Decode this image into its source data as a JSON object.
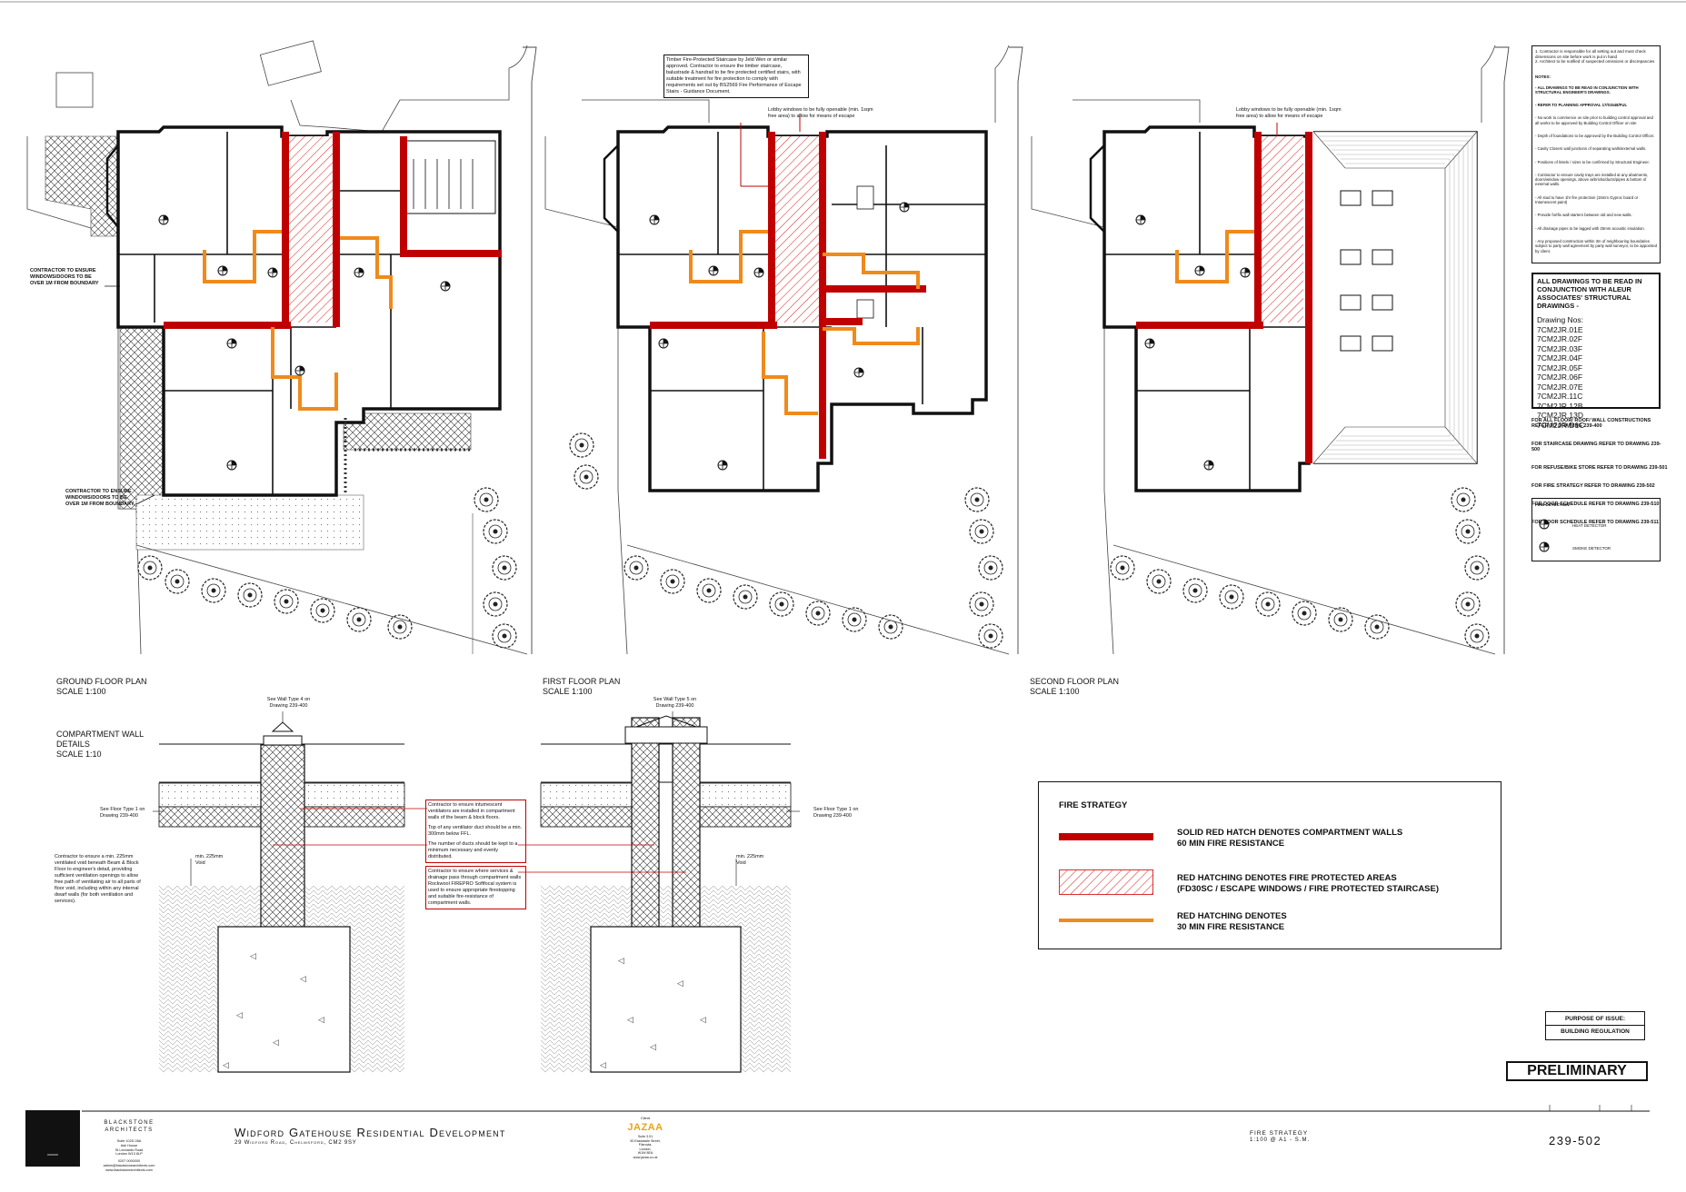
{
  "plans": [
    {
      "title": "GROUND FLOOR PLAN",
      "scale": "SCALE 1:100"
    },
    {
      "title": "FIRST FLOOR PLAN",
      "scale": "SCALE 1:100"
    },
    {
      "title": "SECOND FLOOR PLAN",
      "scale": "SCALE 1:100"
    }
  ],
  "plan_notes": {
    "boundary_note_1": "CONTRACTOR TO ENSURE WINDOWS/DOORS TO BE OVER 1M FROM BOUNDARY",
    "boundary_note_2": "CONTRACTOR TO ENSURE WINDOWS/DOORS TO BE OVER 1M FROM BOUNDARY",
    "staircase_note": "Timber Fire-Protected Staircase by Jeld Wen or similar approved. Contractor to ensure the timber staircase, balustrade & handrail to be fire protected certified stairs, with suitable treatment for fire protection to comply with requirements set out by BS2569 Fire Performance of Escape Stairs - Guidance Document.",
    "lobby_note_first": "Lobby windows to be fully openable (min. 1sqm free area) to allow for means of escape",
    "lobby_note_second": "Lobby windows to be fully openable (min. 1sqm free area) to allow for means of escape"
  },
  "details": {
    "title": "COMPARTMENT WALL DETAILS",
    "scale": "SCALE 1:10",
    "left": {
      "wall_ref": "See Wall Type 4 on Drawing 239-400",
      "floor_ref": "See Floor Type 1 on Drawing 239-400",
      "void": "min. 225mm Void",
      "vent_note": "Contractor to ensure a min. 225mm ventilated void beneath Beam & Block Floor to engineer's detail, providing sufficient ventilation openings to allow free path of ventilating air to all parts of floor void, including within any internal dwarf walls (for both ventilation and services).",
      "intumescent_note": "Contractor to ensure intumescent ventilators are installed in compartment walls of the beam & block floors.",
      "duct_note": "Top of any ventilator duct should be a min. 300mm below FFL.",
      "duct_note_2": "The number of ducts should be kept to a minimum necessary and evenly distributed.",
      "services_note": "Contractor to ensure where services & drainage pass through compartment walls Rockwool FIREPRO Softfocal system is used to ensure appropriate firestopping and suitable fire-resistance of compartment walls."
    },
    "right": {
      "wall_ref": "See Wall Type 5 on Drawing 239-400",
      "floor_ref": "See Floor Type 1 on Drawing 239-400",
      "void": "min. 225mm Void"
    }
  },
  "legend": {
    "title": "FIRE STRATEGY",
    "items": [
      {
        "line1": "SOLID RED HATCH DENOTES COMPARTMENT WALLS",
        "line2": "60 MIN FIRE RESISTANCE"
      },
      {
        "line1": "RED HATCHING DENOTES FIRE PROTECTED AREAS",
        "line2": "(FD30SC / ESCAPE WINDOWS / FIRE PROTECTED STAIRCASE)"
      },
      {
        "line1": "RED HATCHING DENOTES",
        "line2": "30 MIN FIRE RESISTANCE"
      }
    ],
    "colors": {
      "compartment": "#c00000",
      "hatch": "#d93030",
      "thirty_min": "#f08a1c"
    }
  },
  "side_panel": {
    "top_notes": [
      "1. Contractor is responsible for all setting out and must check dimensions on site before work is put in hand",
      "2. Architect to be notified of suspected omissions or discrepancies"
    ],
    "notes_heading": "NOTES:",
    "notes": [
      "- ALL DRAWINGS TO BE READ IN CONJUNCTION WITH STRUCTURAL ENGINEER'S DRAWINGS.",
      "- REFER TO PLANNING APPROVAL 17/01548/FUL",
      "- No work to commence on site prior to building control approval and all works to be approved by Building Control Officer on site",
      "- Depth of foundations to be approved by the Building Control Officer.",
      "- Cavity Closers wall junctions of separating walls/external walls.",
      "- Positions of lintels / sizes to be confirmed by Structural Engineer.",
      "- Contractor to ensure cavity trays are installed at any abutments, doors/window openings, above airbricks/ducts/pipes & bottom of external walls.",
      "- All stud to have 1hr fire protection (15mm Gyproc board or Intumescent paint)",
      "- Provide fortfix wall starters between old and new walls.",
      "- All drainage pipes to be lagged with 25mm acoustic insulation.",
      "- Any proposed construction within 3m of neighbouring boundaries subject to party wall agreement by party wall surveyor, to be appointed by client."
    ],
    "drawings_heading": "ALL DRAWINGS TO BE READ IN CONJUNCTION WITH ALEUR ASSOCIATES' STRUCTURAL DRAWINGS -",
    "drawing_nos_label": "Drawing Nos:",
    "drawing_nos": [
      "7CM2JR.01E",
      "7CM2JR.02F",
      "7CM2JR.03F",
      "7CM2JR.04F",
      "7CM2JR.05F",
      "7CM2JR.06F",
      "7CM2JR.07E",
      "7CM2JR.11C",
      "7CM2JR.12B",
      "7CM2JR.13D",
      "7CM2JR.D1C"
    ],
    "refs": [
      "FOR ALL FLOOR/ ROOF/ WALL CONSTRUCTIONS REFER TO DRAWING 239-400",
      "FOR STAIRCASE DRAWING REFER TO DRAWING 239-500",
      "FOR REFUSE/BIKE STORE REFER TO DRAWING 239-501",
      "FOR FIRE STRATEGY REFER TO DRAWING 239-502",
      "FOR DOOR SCHEDULE REFER TO DRAWING 239-510",
      "FOR DOOR SCHEDULE REFER TO DRAWING 239-511"
    ],
    "fire_detection_heading": "FIRE DETECTION",
    "heat_detector": "HEAT DETECTOR",
    "smoke_detector": "SMOKE DETECTOR",
    "purpose_heading": "PURPOSE OF ISSUE:",
    "purpose_value": "BUILDING REGULATION",
    "stamp": "PRELIMINARY"
  },
  "title_block": {
    "firm": "BLACKSTONE ARCHITECTS",
    "firm_lines": [
      "Suite 102D 28A",
      "Ash House",
      "St Leonards Road",
      "London W13 8LP",
      "0207 0000000",
      "admin@blackstonearchitects.com",
      "www.blackstonearchitects.com"
    ],
    "project": "Widford Gatehouse Residential Development",
    "address": "29 Widford Road, Chelmsford, CM2 9SY",
    "client_label": "Client",
    "client": "JAZAA",
    "client_lines": [
      "Suite 3.01",
      "50 Eastcastle Street,",
      "Fitzrovia,",
      "London,",
      "W1W 8EA",
      "www.jazaa.co.uk"
    ],
    "drawing_title": "FIRE STRATEGY",
    "drawing_meta": "1:100 @ A1 - S.M.",
    "drawing_no": "239-502"
  }
}
